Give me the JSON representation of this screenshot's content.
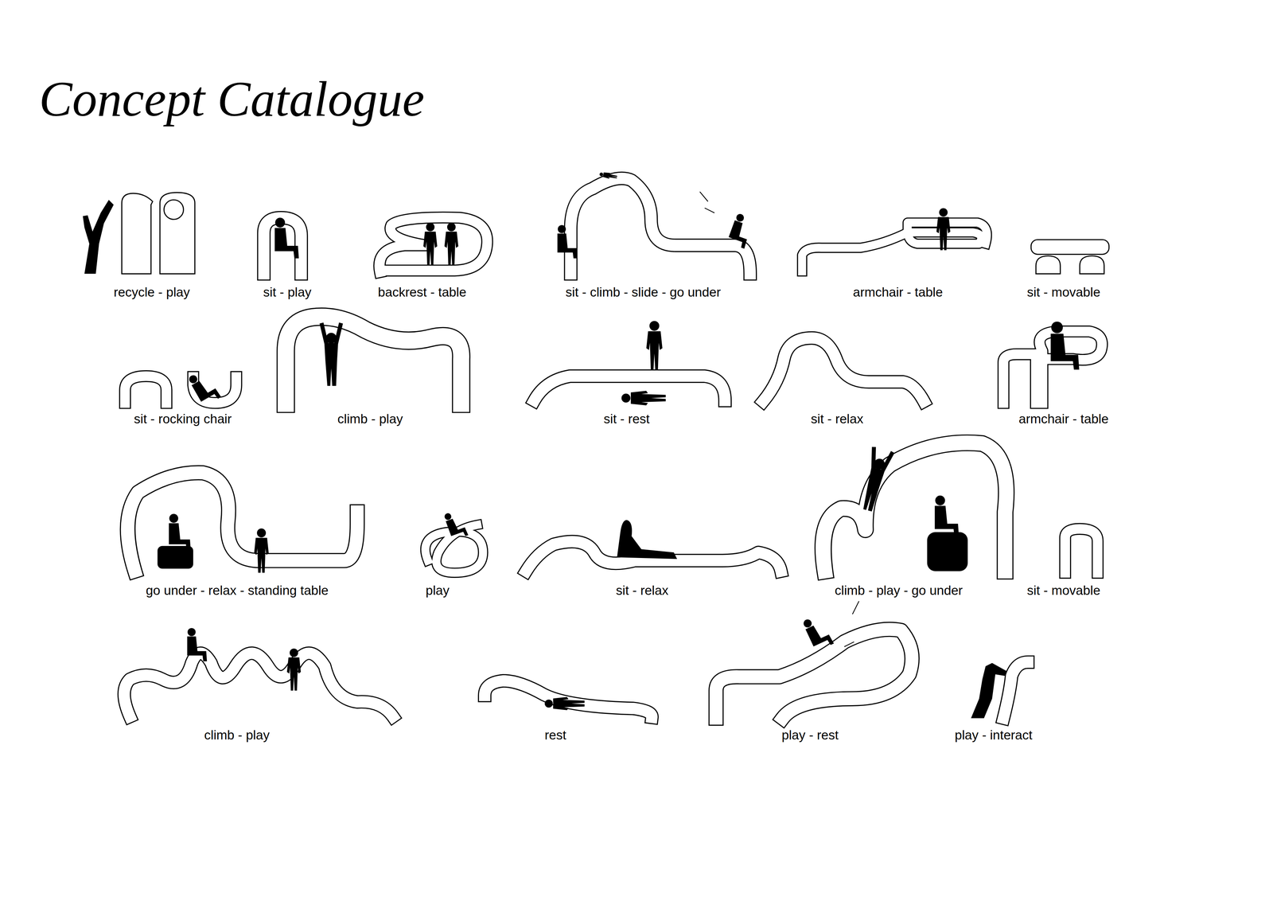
{
  "diagram": {
    "title": "Concept Catalogue",
    "labels": [
      "recycle - play",
      "sit - play",
      "backrest - table",
      "sit - climb - slide - go under",
      "armchair - table",
      "sit - movable",
      "sit - rocking chair",
      "climb - play",
      "sit - rest",
      "sit - relax",
      "armchair - table",
      "go under - relax - standing table",
      "play",
      "sit - relax",
      "climb - play - go under",
      "sit - movable",
      "climb - play",
      "rest",
      "play - rest",
      "play - interact"
    ]
  }
}
